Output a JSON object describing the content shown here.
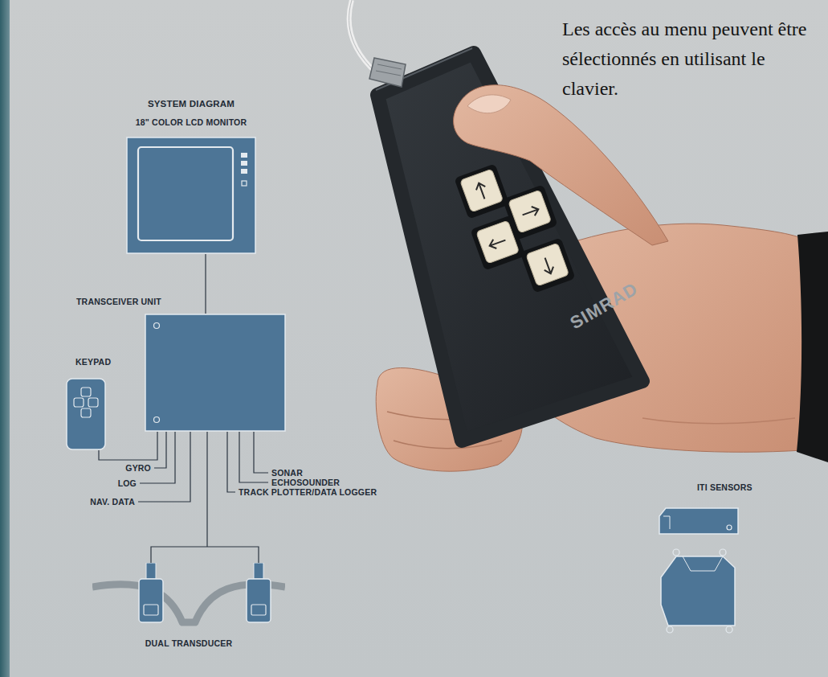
{
  "diagram": {
    "title": "SYSTEM DIAGRAM",
    "nodes": [
      {
        "text": [
          "18\" COLOR LCD MONITOR"
        ]
      },
      {
        "text": [
          "TRANSCEIVER UNIT"
        ]
      },
      {
        "text": [
          "KEYPAD"
        ]
      },
      {
        "text": [
          "DUAL TRANSDUCER"
        ]
      },
      {
        "text": [
          "ITI SENSORS"
        ]
      }
    ],
    "edges": [
      {
        "from": 0,
        "to": 1,
        "arrow": "none"
      },
      {
        "from": 2,
        "to": 1,
        "arrow": "none"
      },
      {
        "from": 1,
        "to": 3,
        "arrow": "none"
      }
    ],
    "labels": [
      "Les accès au menu peuvent être sélectionnés en utilisant le clavier.",
      "GYRO",
      "LOG",
      "NAV. DATA",
      "SONAR",
      "ECHOSOUNDER",
      "TRACK PLOTTER/DATA LOGGER",
      "SIMRAD"
    ]
  }
}
